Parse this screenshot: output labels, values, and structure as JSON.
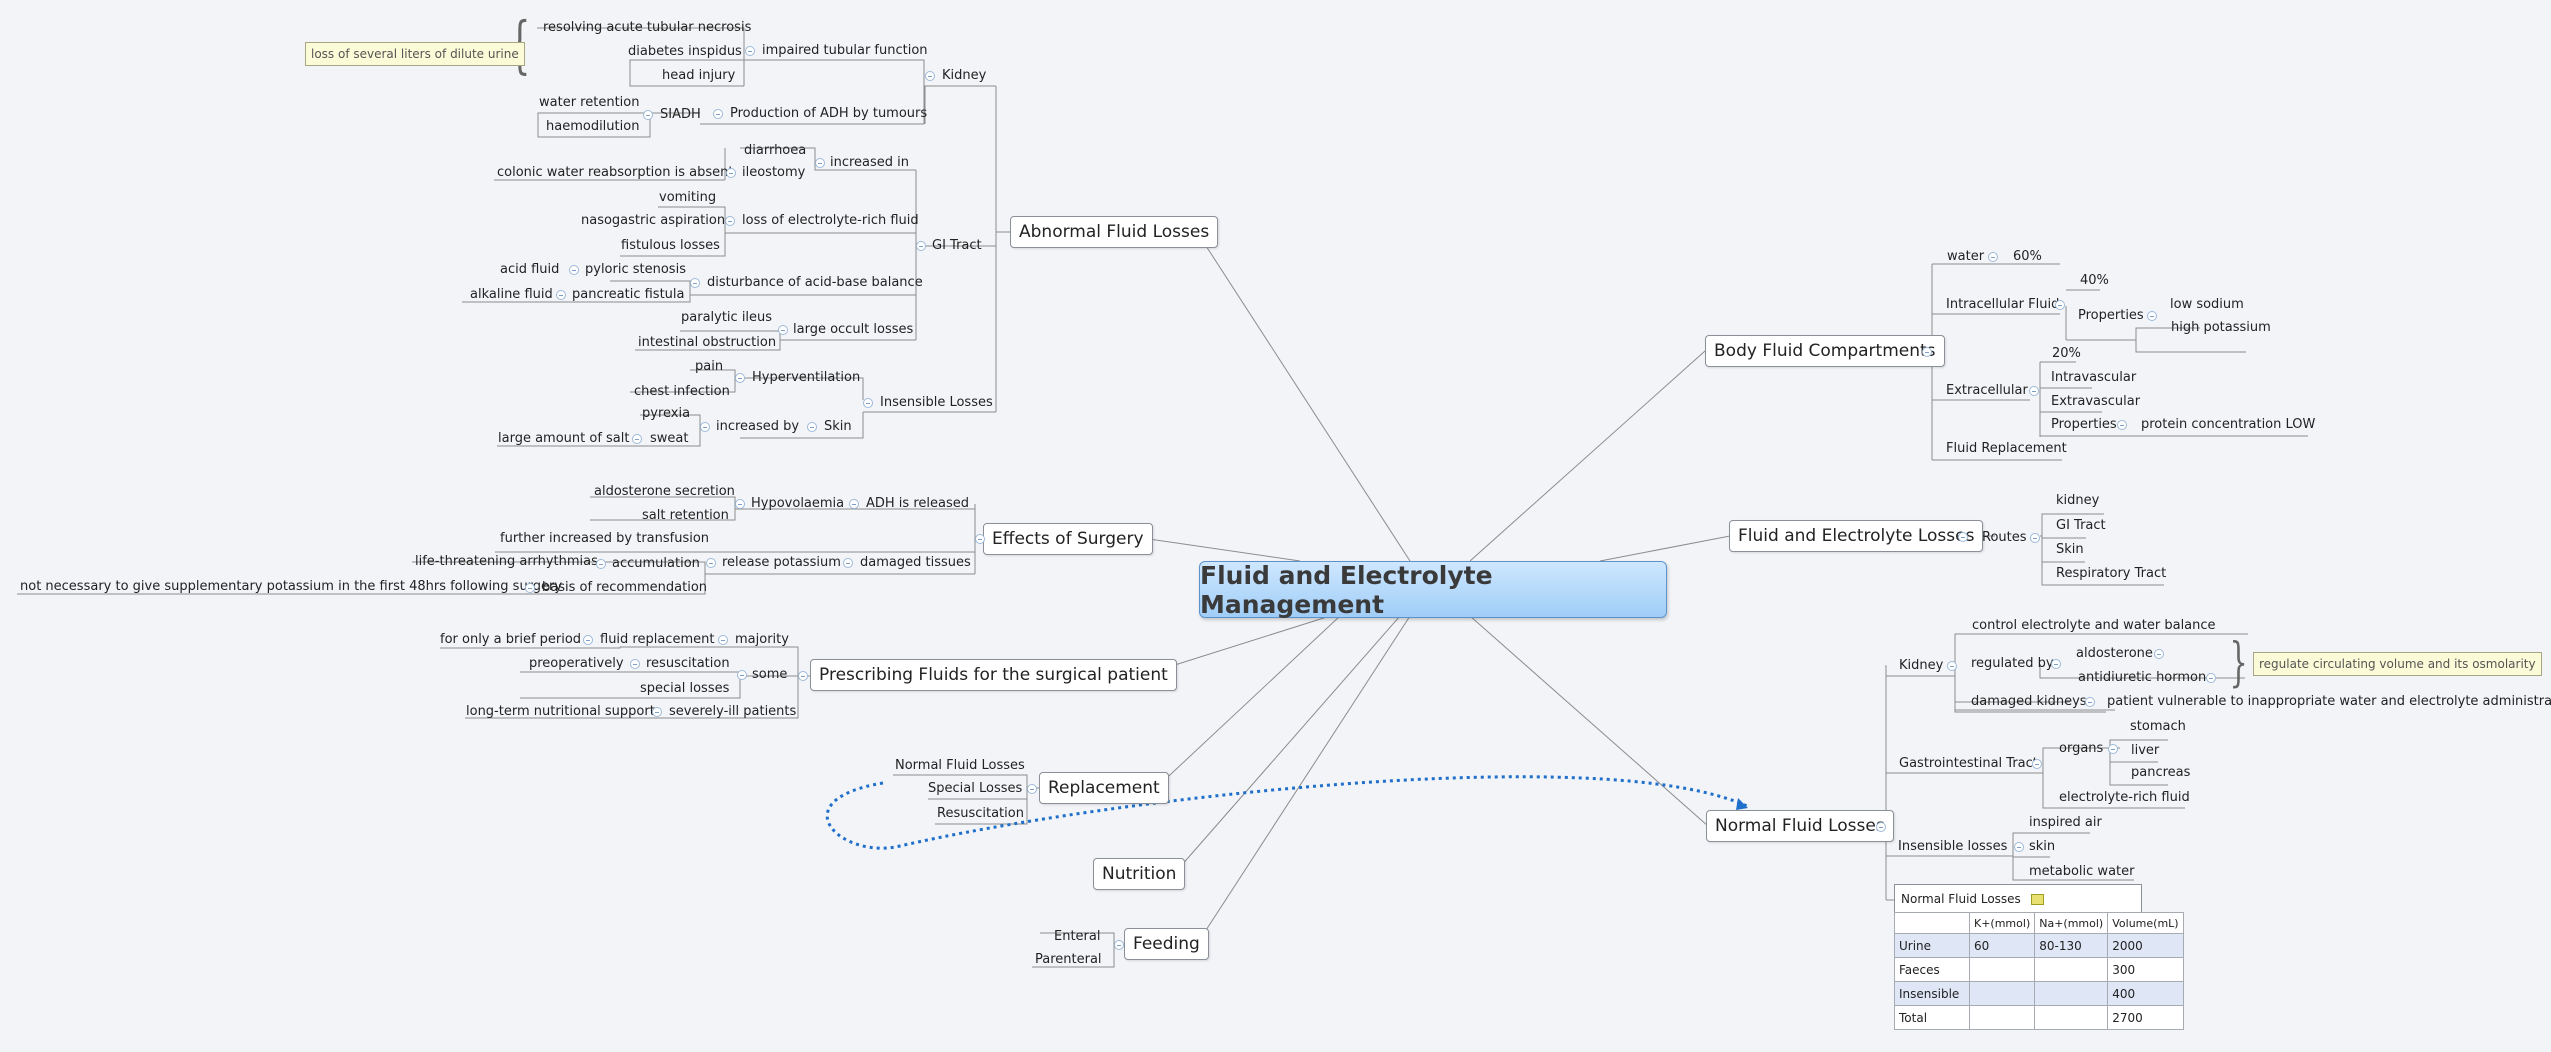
{
  "root": "Fluid and Electrolyte Management",
  "branches": {
    "abnormal": "Abnormal Fluid Losses",
    "surgery": "Effects of Surgery",
    "prescribing": "Prescribing Fluids for the surgical patient",
    "replacement": "Replacement",
    "nutrition": "Nutrition",
    "feeding": "Feeding",
    "body": "Body Fluid Compartments",
    "fel": "Fluid and Electrolyte Losses",
    "normal": "Normal Fluid Losses"
  },
  "abnormal": {
    "kidney": "Kidney",
    "impaired": "impaired tubular function",
    "atn": "resolving acute tubular necrosis",
    "di": "diabetes inspidus",
    "head": "head injury",
    "note": "loss of several liters of dilute urine",
    "adh": "Production of ADH by tumours",
    "siadh": "SIADH",
    "water_ret": "water retention",
    "haemo": "haemodilution",
    "gi": "GI Tract",
    "increased_in": "increased in",
    "diarrhoea": "diarrhoea",
    "ileostomy": "ileostomy",
    "colonic": "colonic water reabsorption is absent",
    "loss_rich": "loss of electrolyte-rich fluid",
    "vomiting": "vomiting",
    "naso": "nasogastric aspiration",
    "fistulous": "fistulous losses",
    "acid_base": "disturbance of acid-base balance",
    "pyloric": "pyloric stenosis",
    "acid_fluid": "acid fluid",
    "pancreatic": "pancreatic fistula",
    "alkaline": "alkaline fluid",
    "occult": "large occult losses",
    "ileus": "paralytic ileus",
    "obstruction": "intestinal obstruction",
    "insensible": "Insensible Losses",
    "hyperventilation": "Hyperventilation",
    "pain": "pain",
    "chest": "chest infection",
    "skin": "Skin",
    "increased_by": "increased by",
    "pyrexia": "pyrexia",
    "sweat": "sweat",
    "salt": "large amount of salt"
  },
  "surgery": {
    "adh_released": "ADH is released",
    "hypovolaemia": "Hypovolaemia",
    "aldo_sec": "aldosterone secretion",
    "salt_ret": "salt retention",
    "further": "further increased by transfusion",
    "damaged": "damaged tissues",
    "release_k": "release potassium",
    "accumulation": "accumulation",
    "arrhythmias": "life-threatening arrhythmias",
    "basis": "basis of recommendation",
    "not_necessary": "not necessary to give supplementary potassium in the first 48hrs following surgery"
  },
  "prescribing": {
    "majority": "majority",
    "fluid_repl": "fluid replacement",
    "brief": "for only a brief period",
    "some": "some",
    "resuscitation": "resuscitation",
    "preop": "preoperatively",
    "special": "special losses",
    "severely": "severely-ill patients",
    "longterm": "long-term nutritional support"
  },
  "replacement": {
    "normal": "Normal Fluid Losses",
    "special": "Special Losses",
    "resus": "Resuscitation"
  },
  "feeding": {
    "enteral": "Enteral",
    "parenteral": "Parenteral"
  },
  "body": {
    "water": "water",
    "water_pct": "60%",
    "icf": "Intracellular Fluid",
    "icf_pct": "40%",
    "properties": "Properties",
    "low_na": "low sodium",
    "high_k": "high potassium",
    "ecf": "Extracellular",
    "ecf_pct": "20%",
    "intravascular": "Intravascular",
    "extravascular": "Extravascular",
    "protein": "protein concentration LOW",
    "replacement": "Fluid Replacement"
  },
  "fel": {
    "routes": "Routes",
    "kidney": "kidney",
    "gi": "GI Tract",
    "skin": "Skin",
    "resp": "Respiratory Tract"
  },
  "normal": {
    "kidney": "Kidney",
    "control": "control electrolyte and water balance",
    "regulated": "regulated by",
    "aldosterone": "aldosterone",
    "adh": "antidiuretic hormone",
    "note": "regulate circulating volume and its osmolarity",
    "damaged": "damaged kidneys",
    "vulnerable": "patient vulnerable to inappropriate water and electrolyte administration",
    "git": "Gastrointestinal Tract",
    "organs": "organs",
    "stomach": "stomach",
    "liver": "liver",
    "pancreas": "pancreas",
    "rich": "electrolyte-rich fluid",
    "insensible": "Insensible losses",
    "inspired": "inspired air",
    "skin": "skin",
    "metabolic": "metabolic water"
  },
  "table": {
    "caption": "Normal Fluid Losses",
    "headers": [
      "",
      "K+(mmol)",
      "Na+(mmol)",
      "Volume(mL)"
    ],
    "rows": [
      [
        "Urine",
        "60",
        "80-130",
        "2000"
      ],
      [
        "Faeces",
        "",
        "",
        "300"
      ],
      [
        "Insensible",
        "",
        "",
        "400"
      ],
      [
        "Total",
        "",
        "",
        "2700"
      ]
    ]
  }
}
